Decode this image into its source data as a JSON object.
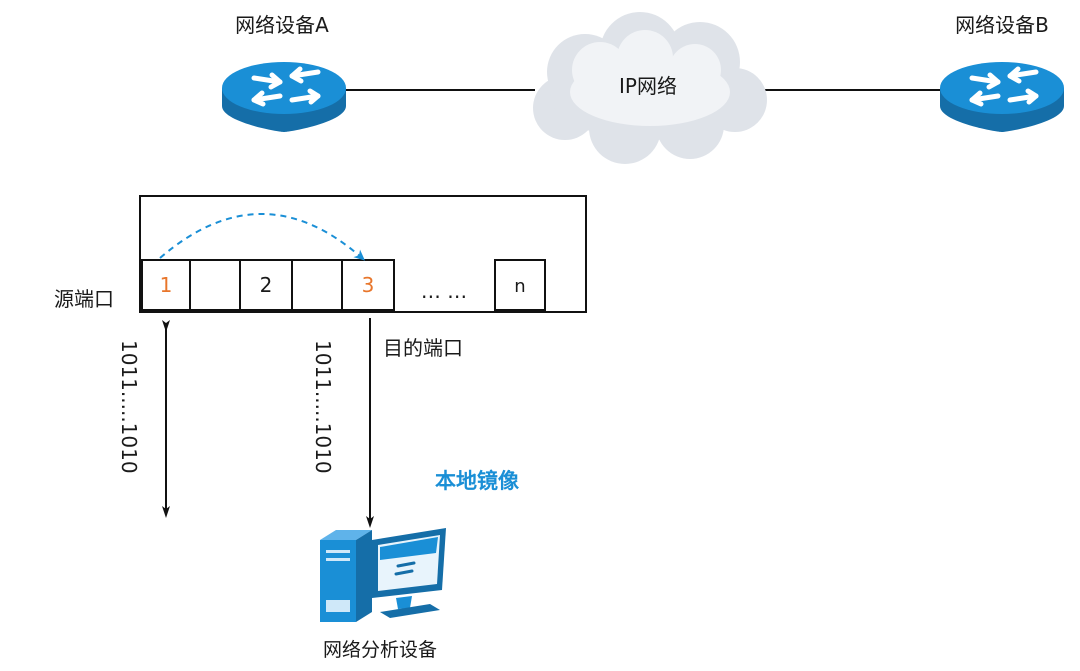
{
  "devices": {
    "a_label": "网络设备A",
    "b_label": "网络设备B",
    "cloud_label": "IP网络"
  },
  "switch": {
    "source_label": "源端口",
    "dest_label": "目的端口",
    "ports": [
      "1",
      "",
      "2",
      "",
      "3",
      "… …",
      "n"
    ],
    "highlight_ports": [
      "1",
      "3"
    ]
  },
  "streams": {
    "left": "1011.....1010",
    "right": "1011.....1010"
  },
  "mirror_label": "本地镜像",
  "analyzer_label": "网络分析设备",
  "colors": {
    "highlight": "#e8762b",
    "accent": "#1a8fd6",
    "router": "#1a8fd6",
    "router_dark": "#156ea8",
    "cloud": "#e6e9ee"
  },
  "icons": [
    "router-icon",
    "cloud-icon",
    "computer-icon"
  ]
}
